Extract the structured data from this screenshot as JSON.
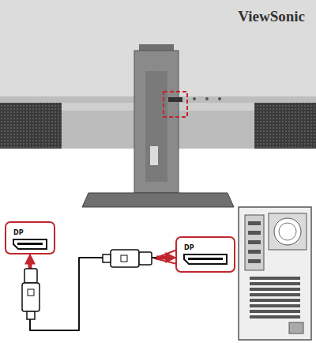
{
  "diagram": {
    "nodes": [
      {
        "text": [
          "DP"
        ]
      },
      {
        "text": [
          "DP"
        ]
      }
    ],
    "edges": [
      {
        "from": 0,
        "to": 1,
        "arrow": "both"
      }
    ],
    "labels": [
      "ViewSonic"
    ]
  }
}
